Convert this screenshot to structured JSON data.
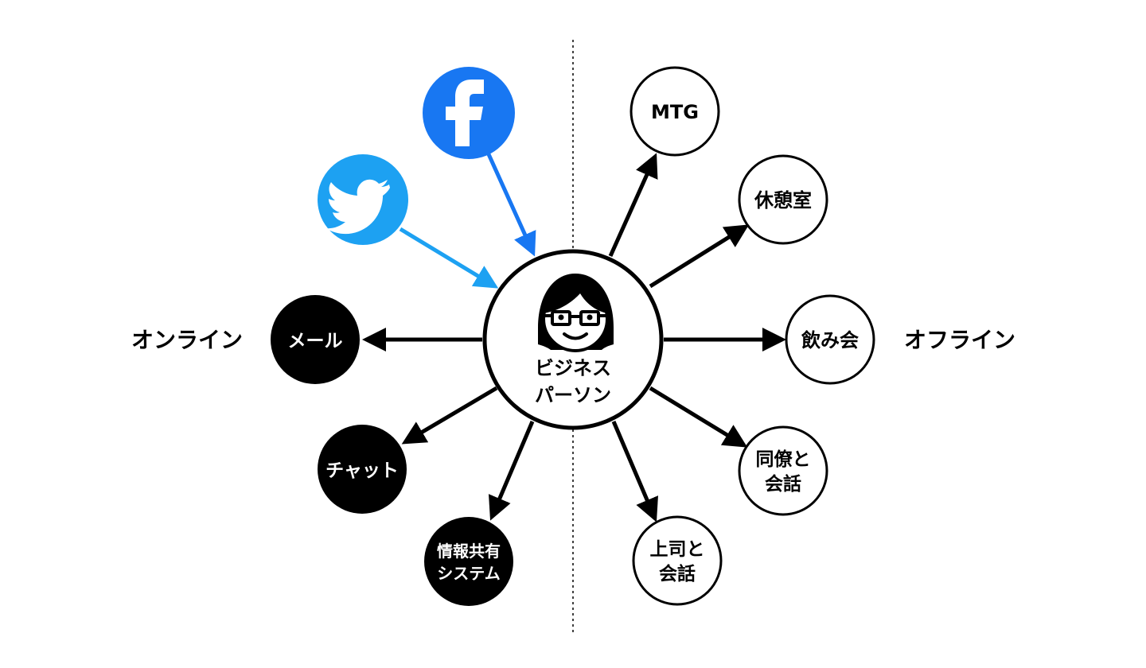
{
  "colors": {
    "facebook": "#1877F2",
    "twitter": "#1DA1F2",
    "ink": "#000000",
    "paper": "#FFFFFF"
  },
  "labels": {
    "online": "オンライン",
    "offline": "オフライン"
  },
  "center": {
    "line1": "ビジネス",
    "line2": "パーソン",
    "icon": "woman-with-glasses-avatar"
  },
  "nodes": {
    "facebook": {
      "icon": "facebook-logo-icon"
    },
    "twitter": {
      "icon": "twitter-bird-icon"
    },
    "mail": {
      "line1": "メール"
    },
    "chat": {
      "line1": "チャット"
    },
    "info_share": {
      "line1": "情報共有",
      "line2": "システム"
    },
    "mtg": {
      "line1": "MTG"
    },
    "break_room": {
      "line1": "休憩室"
    },
    "drinking": {
      "line1": "飲み会"
    },
    "coworker": {
      "line1": "同僚と",
      "line2": "会話"
    },
    "boss": {
      "line1": "上司と",
      "line2": "会話"
    }
  }
}
